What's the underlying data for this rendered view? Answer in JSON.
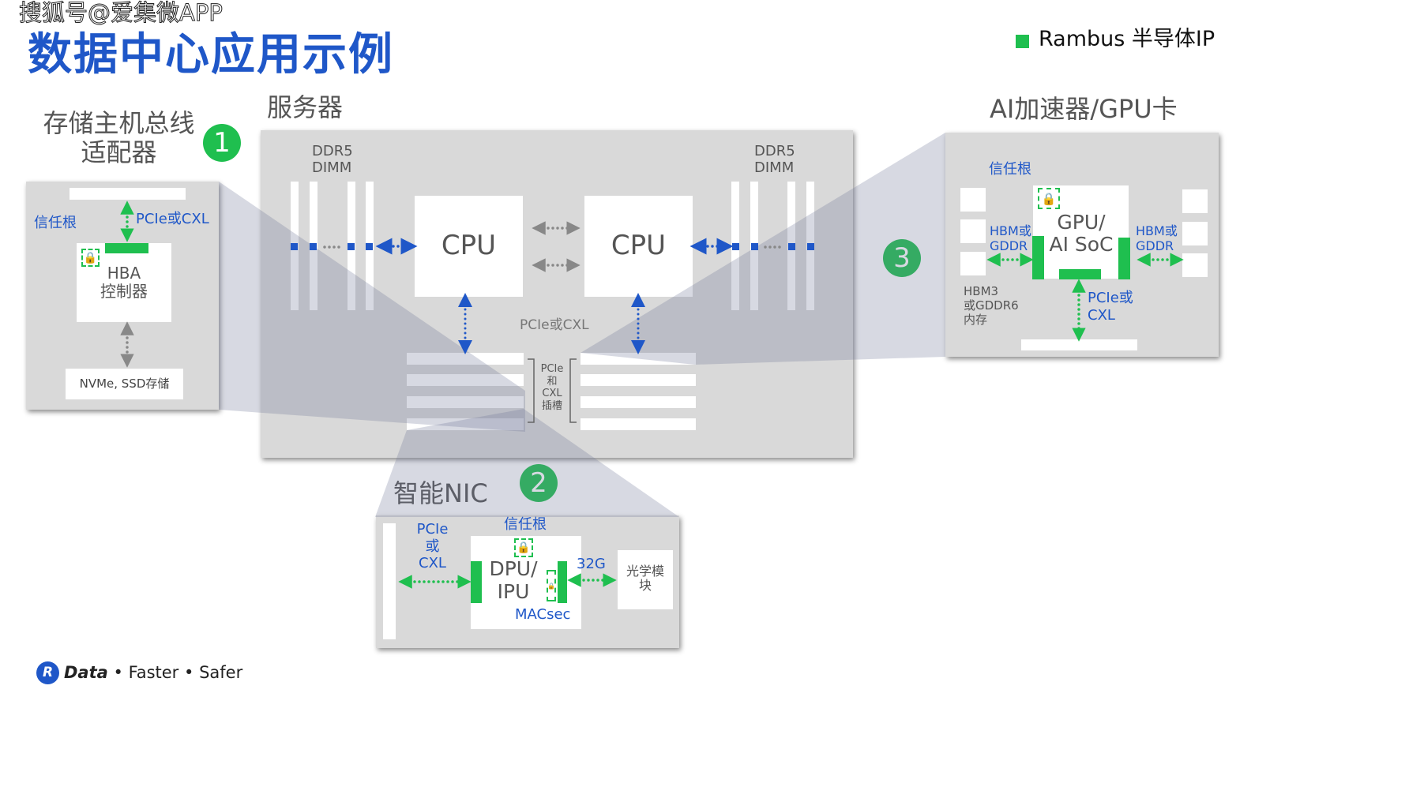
{
  "watermark": "搜狐号@爱集微APP",
  "title": "数据中心应用示例",
  "legend": {
    "label": "Rambus 半导体IP",
    "color": "#1fbf4f"
  },
  "storage": {
    "title_line1": "存储主机总线",
    "title_line2": "适配器",
    "badge": "1",
    "root_of_trust": "信任根",
    "link": "PCIe或CXL",
    "hba_line1": "HBA",
    "hba_line2": "控制器",
    "nvme": "NVMe, SSD存储"
  },
  "server": {
    "title": "服务器",
    "ddr_left": [
      "DDR5",
      "DIMM"
    ],
    "ddr_right": [
      "DDR5",
      "DIMM"
    ],
    "cpu1": "CPU",
    "cpu2": "CPU",
    "link": "PCIe或CXL",
    "slot_label": [
      "PCIe",
      "和",
      "CXL",
      "插槽"
    ]
  },
  "nic": {
    "title": "智能NIC",
    "badge": "2",
    "link": [
      "PCIe",
      "或",
      "CXL"
    ],
    "root_of_trust": "信任根",
    "dpu_line1": "DPU/",
    "dpu_line2": "IPU",
    "macsec": "MACsec",
    "speed": "32G",
    "optical": [
      "光学模",
      "块"
    ]
  },
  "gpu": {
    "title": "AI加速器/GPU卡",
    "badge": "3",
    "root_of_trust": "信任根",
    "soc_line1": "GPU/",
    "soc_line2": "AI SoC",
    "hbm_left": [
      "HBM或",
      "GDDR"
    ],
    "hbm_right": [
      "HBM或",
      "GDDR"
    ],
    "memory": [
      "HBM3",
      "或GDDR6",
      "内存"
    ],
    "link": [
      "PCIe或",
      "CXL"
    ]
  },
  "footer": {
    "logo_letter": "R",
    "brand": "Data",
    "tag1": "Faster",
    "tag2": "Safer"
  },
  "colors": {
    "green": "#1fbf4f",
    "blue": "#1f57c8",
    "title_blue": "#1f57c8",
    "panel": "#d9d9d9"
  }
}
